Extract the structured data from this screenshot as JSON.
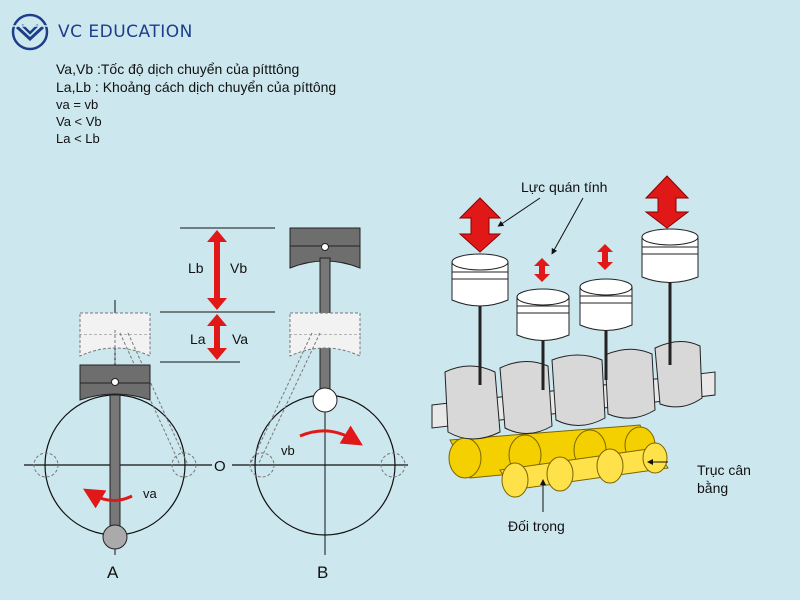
{
  "brand": {
    "name": "VC EDUCATION",
    "color": "#1d3f8a"
  },
  "legend": {
    "line1": "Va,Vb :Tốc độ dịch chuyển của pítttông",
    "line2": "La,Lb : Khoảng cách dịch chuyển của píttông",
    "line3": "va = vb",
    "line4": "Va < Vb",
    "line5": "La < Lb"
  },
  "diagram": {
    "lb": "Lb",
    "vb_upper": "Vb",
    "la": "La",
    "va_upper": "Va",
    "center_o": "O",
    "vb_lower": "vb",
    "va_lower": "va",
    "label_a": "A",
    "label_b": "B",
    "inertia": "Lực quán tính",
    "balance_shaft_1": "Trục cân",
    "balance_shaft_2": "bằng",
    "counterweight": "Đối trọng",
    "colors": {
      "arrow": "#e01818",
      "balance": "#f5d000",
      "piston": "#6e6e6e"
    }
  }
}
